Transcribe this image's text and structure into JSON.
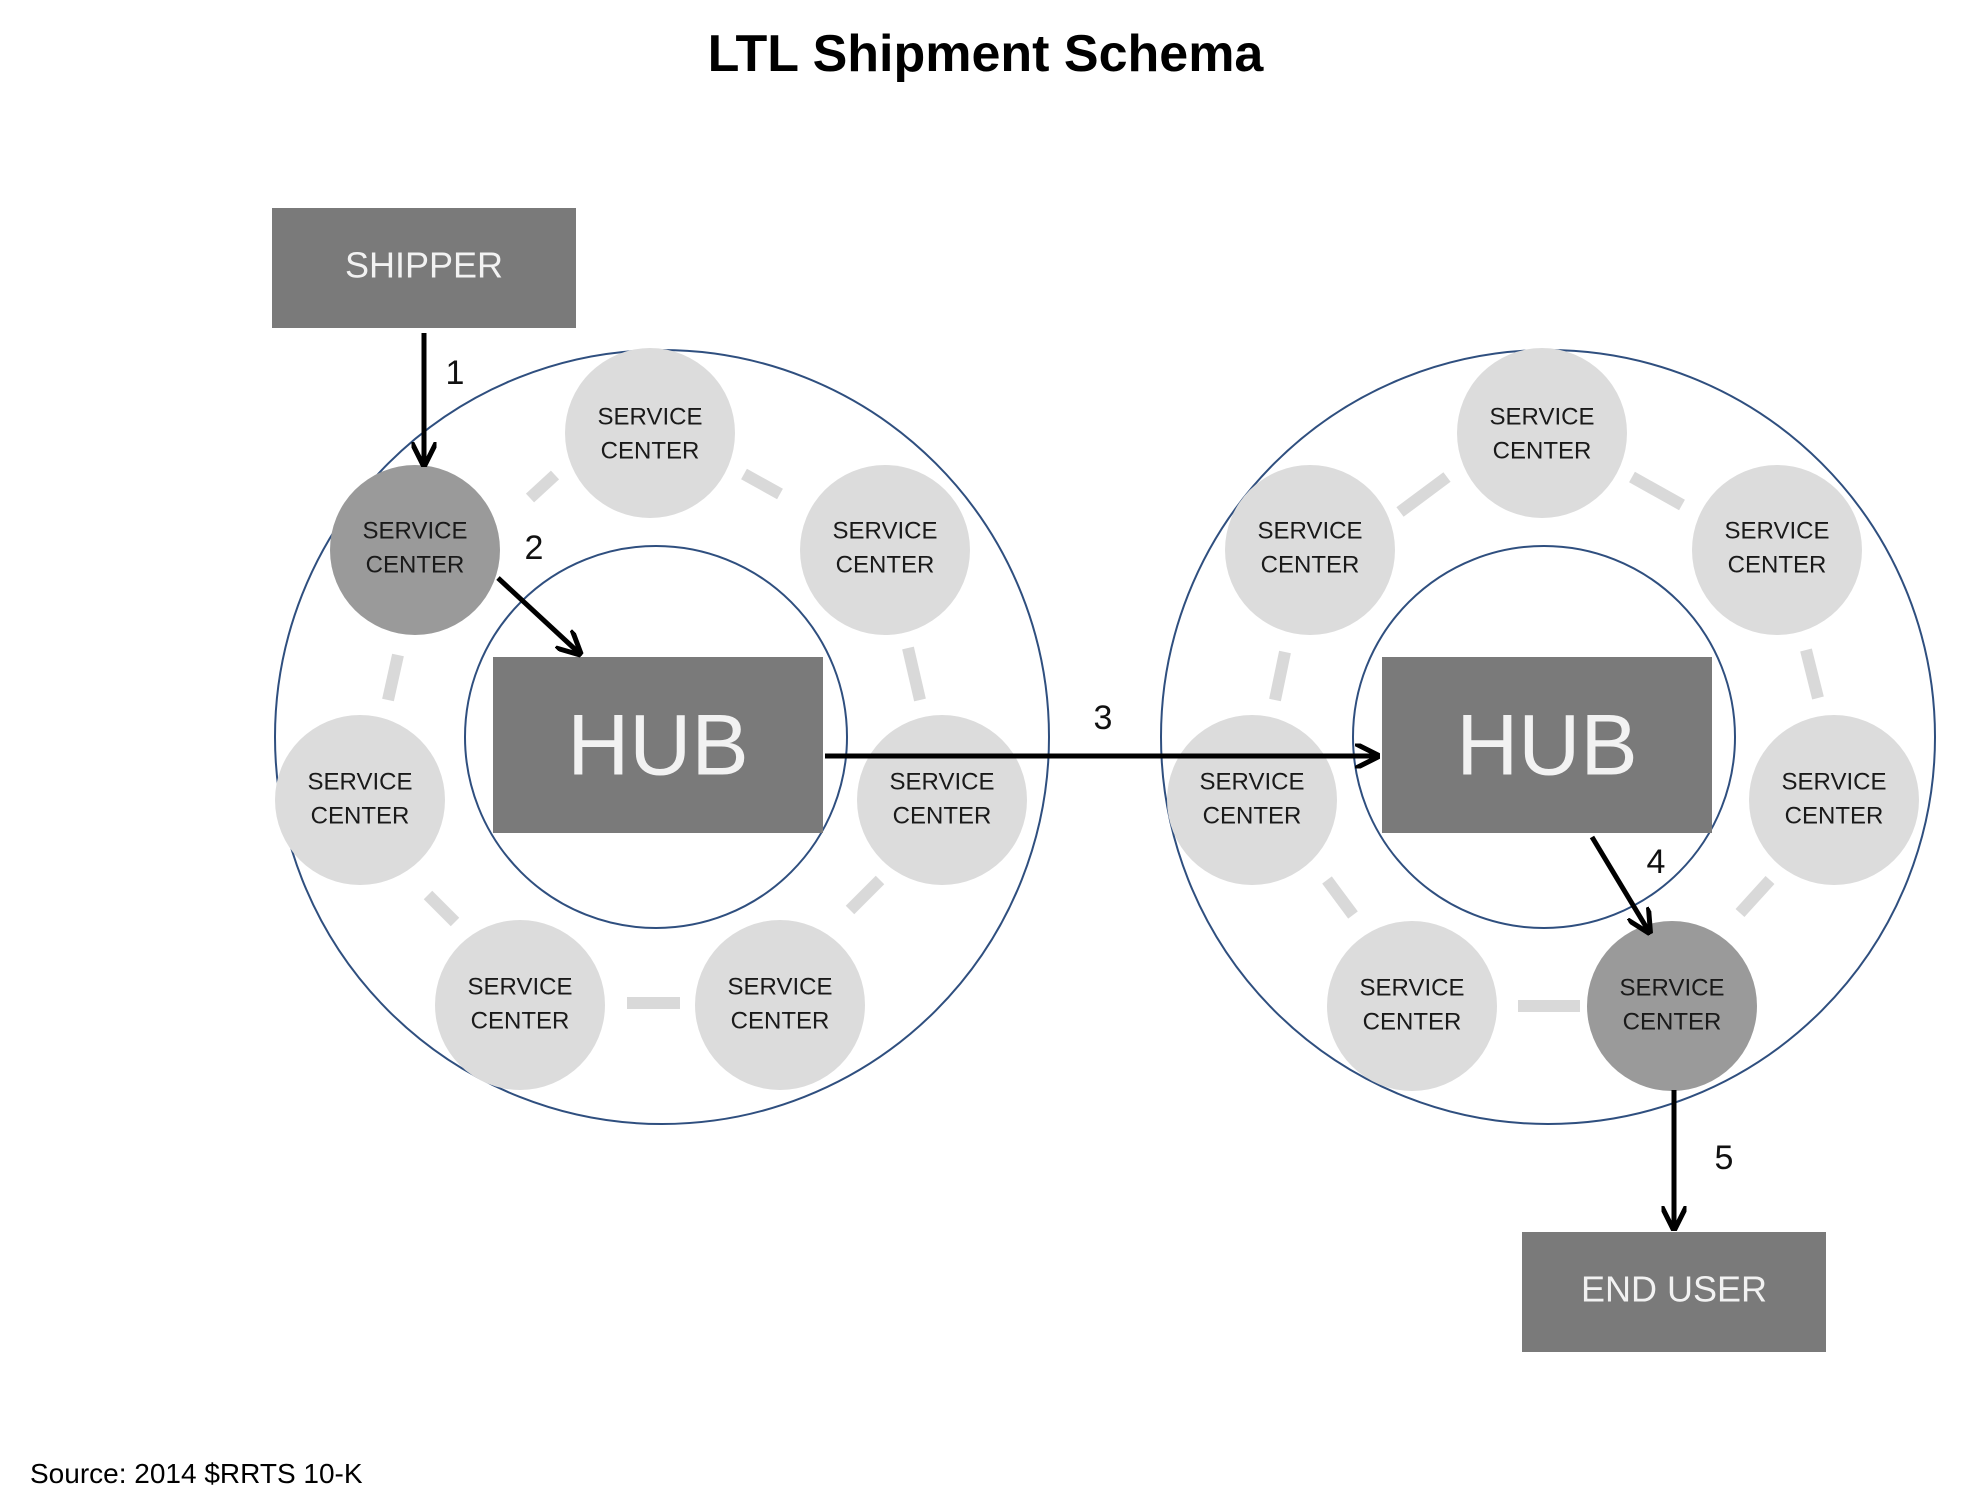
{
  "title": "LTL Shipment Schema",
  "source": "Source: 2014 $RRTS 10-K",
  "shipper": "SHIPPER",
  "end_user": "END USER",
  "hubs": [
    "HUB",
    "HUB"
  ],
  "service_center": {
    "line1": "SERVICE",
    "line2": "CENTER"
  },
  "steps": [
    "1",
    "2",
    "3",
    "4",
    "5"
  ],
  "colors": {
    "box": "#7a7a7a",
    "service_center": "#dcdcdc",
    "service_center_active": "#9a9a9a",
    "ring": "#2f4f7f",
    "arrow": "#000000"
  }
}
